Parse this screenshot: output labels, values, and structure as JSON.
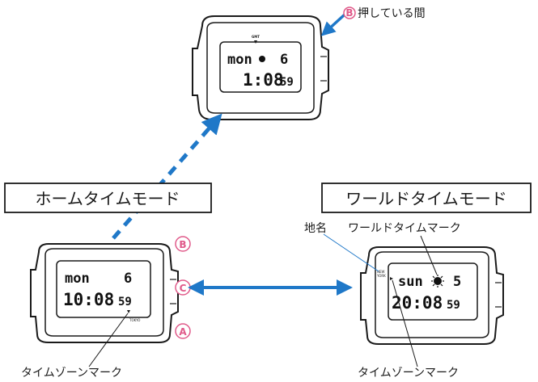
{
  "colors": {
    "arrow_blue": "#1f78c8",
    "button_pink": "#e05a8a",
    "line": "#1a1a1a"
  },
  "modes": {
    "home": "ホームタイムモード",
    "world": "ワールドタイムモード"
  },
  "labels": {
    "hold_b_button": "B",
    "hold_b_text": "押している間",
    "place_name": "地名",
    "world_time_mark": "ワールドタイムマーク",
    "time_zone_mark_left": "タイムゾーンマーク",
    "time_zone_mark_right": "タイムゾーンマーク"
  },
  "buttons": {
    "a": "A",
    "b": "B",
    "c": "C"
  },
  "watch_top": {
    "gmt_label": "GMT",
    "day": "mon",
    "date": "6",
    "time": "1:08",
    "seconds": "59"
  },
  "watch_home": {
    "day": "mon",
    "date": "6",
    "time": "10:08",
    "seconds": "59",
    "city": "TOKYO"
  },
  "watch_world": {
    "day": "sun",
    "date": "5",
    "time": "20:08",
    "seconds": "59",
    "city_line1": "NEW",
    "city_line2": "YORK"
  }
}
